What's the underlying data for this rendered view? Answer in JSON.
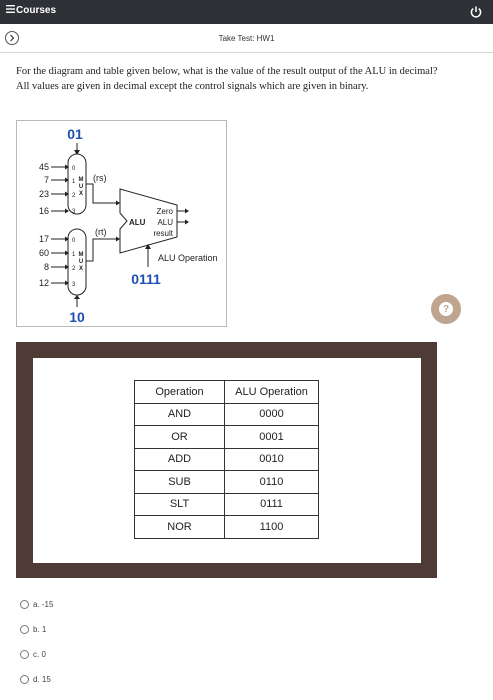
{
  "header": {
    "brand": "Courses",
    "power_icon": "power-icon"
  },
  "subheader": {
    "title": "Take Test: HW1",
    "nav_icon": "chevron-right-icon"
  },
  "question": {
    "text": "For the diagram and table given below, what is the value of the result output of the ALU in decimal? All values are given in decimal except the control signals which are given in binary."
  },
  "diagram": {
    "top_select": "01",
    "bottom_select": "10",
    "alu_op_value": "0111",
    "mux1_inputs": [
      "45",
      "7",
      "23",
      "16"
    ],
    "mux2_inputs": [
      "17",
      "60",
      "8",
      "12"
    ],
    "mux_port_labels": [
      "0",
      "1",
      "2",
      "3"
    ],
    "mux_letters": [
      "M",
      "U",
      "X"
    ],
    "rs_label": "(rs)",
    "rt_label": "(rt)",
    "alu_label": "ALU",
    "zero_label": "Zero",
    "alu_result_label_1": "ALU",
    "alu_result_label_2": "result",
    "alu_operation_label": "ALU Operation",
    "colors": {
      "select_blue": "#1f4fb5"
    }
  },
  "table": {
    "headers": [
      "Operation",
      "ALU Operation"
    ],
    "rows": [
      [
        "AND",
        "0000"
      ],
      [
        "OR",
        "0001"
      ],
      [
        "ADD",
        "0010"
      ],
      [
        "SUB",
        "0110"
      ],
      [
        "SLT",
        "0111"
      ],
      [
        "NOR",
        "1100"
      ]
    ]
  },
  "options": [
    {
      "label": "a. -15"
    },
    {
      "label": "b. 1"
    },
    {
      "label": "c. 0"
    },
    {
      "label": "d. 15"
    }
  ],
  "help": {
    "icon": "question-icon",
    "glyph": "?"
  }
}
